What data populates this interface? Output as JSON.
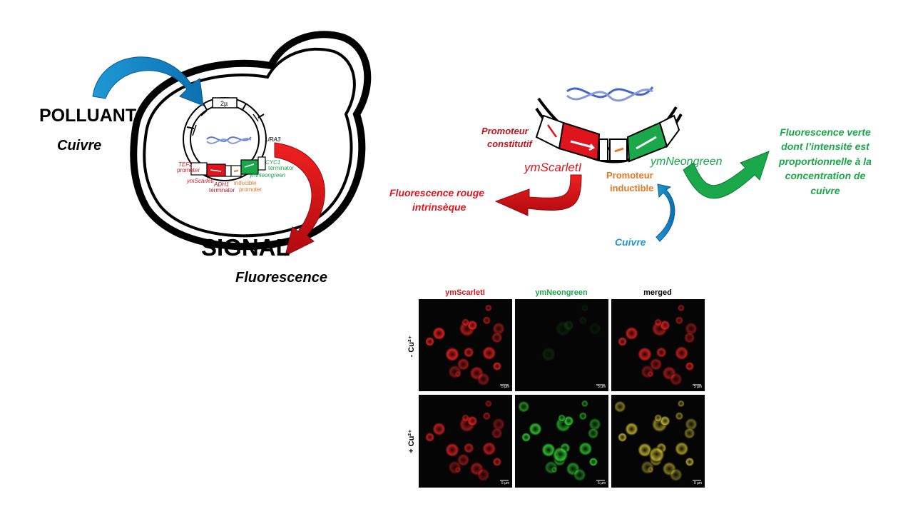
{
  "left_panel": {
    "polluant": "POLLUANT",
    "cuivre": "Cuivre",
    "signal": "SIGNAL",
    "fluorescence": "Fluorescence",
    "plasmid": {
      "two_micron": "2µ",
      "ura3": "URA3",
      "tef2": "TEF2",
      "tef2_promoter": "promoter",
      "ymscarleti": "ymScarletI",
      "adh1": "ADH1",
      "adh1_terminator": "terminator",
      "inducible": "inducible",
      "inducible_promoter": "promoter",
      "cyc1": "CYC1",
      "cyc1_terminator": "terminator",
      "ymneongreen": "ymNeongreen"
    }
  },
  "right_panel": {
    "promoteur_constitutif_1": "Promoteur",
    "promoteur_constitutif_2": "constitutif",
    "ymscarleti": "ymScarletI",
    "ymneongreen": "ymNeongreen",
    "promoteur_inductible_1": "Promoteur",
    "promoteur_inductible_2": "inductible",
    "rouge_1": "Fluorescence rouge",
    "rouge_2": "intrinsèque",
    "verte_1": "Fluorescence verte",
    "verte_2": "dont l’intensité est",
    "verte_3": "proportionnelle à la",
    "verte_4": "concentration de",
    "verte_5": "cuivre",
    "cuivre": "Cuivre"
  },
  "microscopy": {
    "col_scarlet": "ymScarletI",
    "col_neon": "ymNeongreen",
    "col_merged": "merged",
    "row_minus": "- Cu²⁺",
    "row_plus": "+ Cu²⁺",
    "scale": "5 µm"
  },
  "colors": {
    "red": "#e0141c",
    "green": "#1aa84a",
    "blue": "#1e9ad6",
    "orange": "#e87722",
    "darkred": "#c0141c",
    "panel": "#050505"
  }
}
